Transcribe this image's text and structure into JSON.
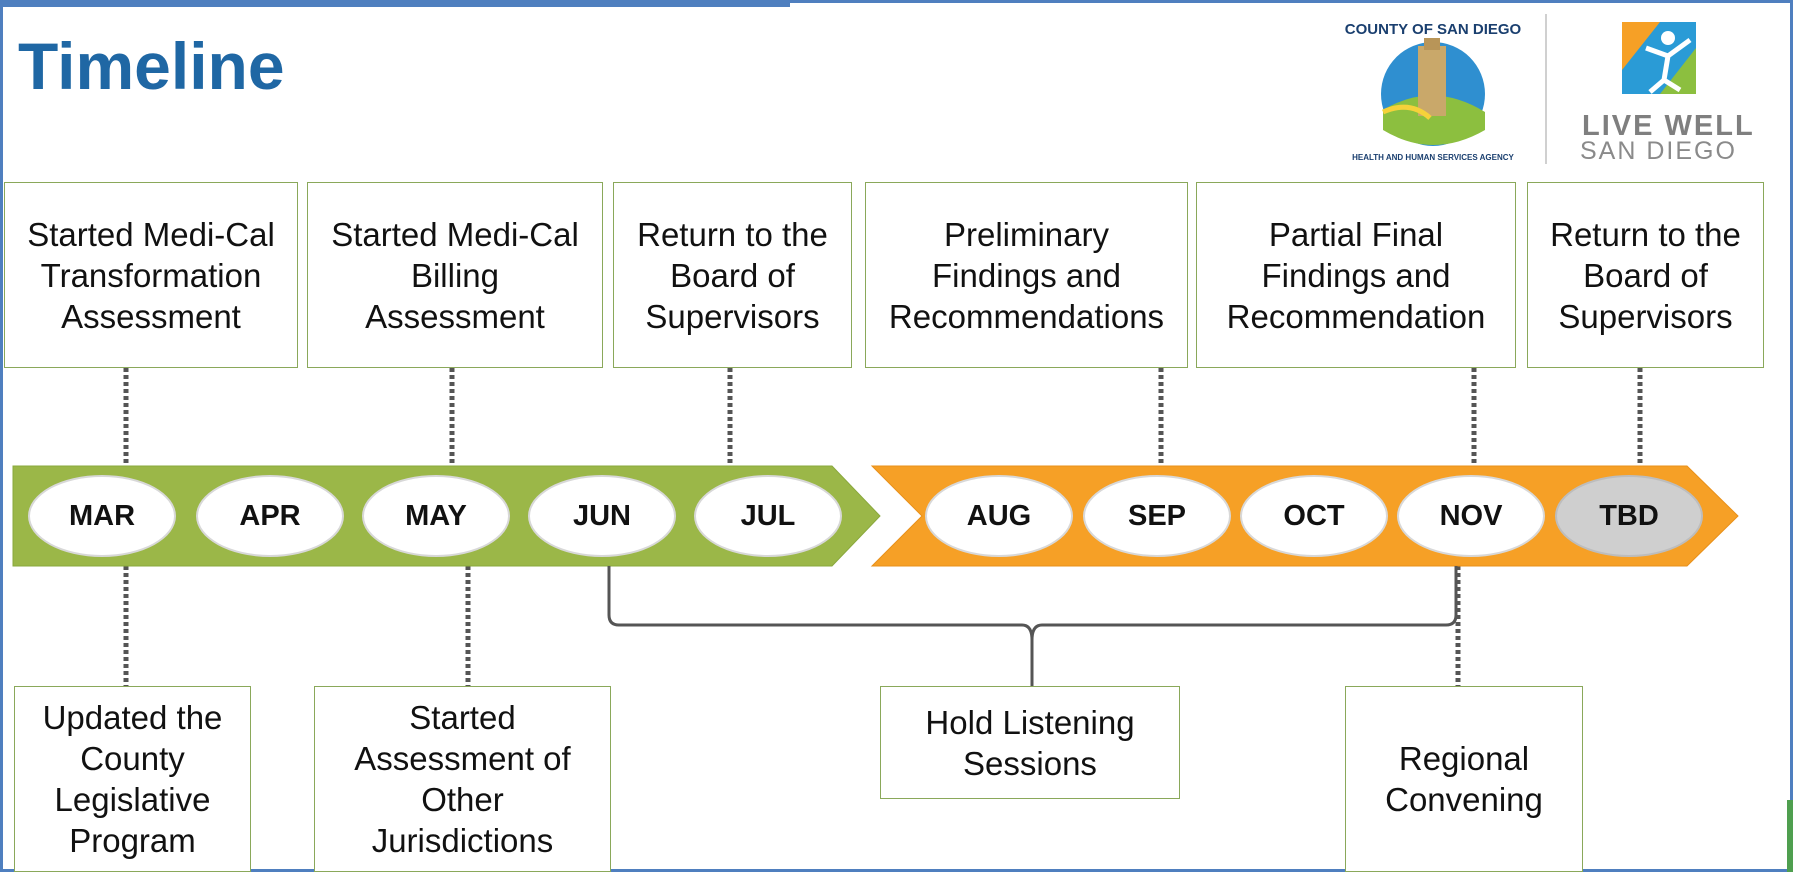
{
  "title": "Timeline",
  "colors": {
    "title": "#1f67a4",
    "green_arrow": "#9bb748",
    "orange_arrow": "#f6a026",
    "box_border": "#8aa85a",
    "frame": "#4f7fbf"
  },
  "months": [
    "MAR",
    "APR",
    "MAY",
    "JUN",
    "JUL",
    "AUG",
    "SEP",
    "OCT",
    "NOV",
    "TBD"
  ],
  "top_events": [
    {
      "text": "Started Medi-Cal\nTransformation\nAssessment"
    },
    {
      "text": "Started Medi-Cal\nBilling\nAssessment"
    },
    {
      "text": "Return to the\nBoard of\nSupervisors"
    },
    {
      "text": "Preliminary\nFindings and\nRecommendations"
    },
    {
      "text": "Partial Final\nFindings and\nRecommendation"
    },
    {
      "text": "Return to the\nBoard of\nSupervisors"
    }
  ],
  "bottom_events": [
    {
      "text": "Updated the\nCounty\nLegislative\nProgram"
    },
    {
      "text": "Started\nAssessment of\nOther\nJurisdictions"
    },
    {
      "text": "Hold Listening\nSessions"
    },
    {
      "text": "Regional\nConvening"
    }
  ],
  "logos": {
    "county": {
      "name": "County of San Diego seal",
      "top_text": "COUNTY OF SAN DIEGO",
      "bottom_text": "HEALTH AND HUMAN SERVICES AGENCY"
    },
    "live_well": {
      "line1": "LIVE WELL",
      "line2": "SAN DIEGO"
    }
  }
}
